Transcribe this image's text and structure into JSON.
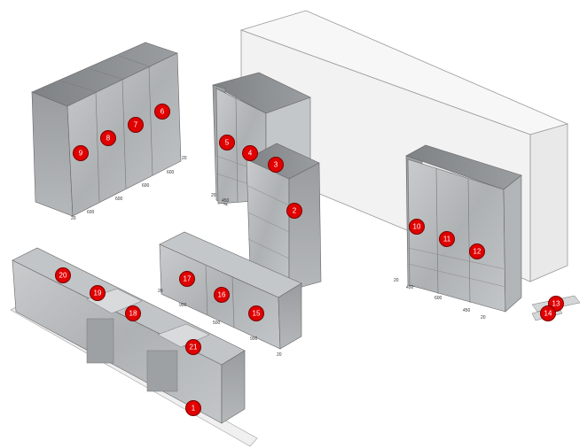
{
  "markers": [
    "1",
    "2",
    "3",
    "4",
    "5",
    "6",
    "7",
    "8",
    "9",
    "10",
    "11",
    "12",
    "13",
    "14",
    "15",
    "16",
    "17",
    "18",
    "19",
    "20",
    "21"
  ],
  "dimensions": {
    "left_block": [
      "20",
      "600",
      "600",
      "600",
      "600",
      "20"
    ],
    "mid_block": [
      "20",
      "450"
    ],
    "counter": [
      "20",
      "900",
      "500",
      "900",
      "20"
    ],
    "right_block": [
      "20",
      "450",
      "600",
      "450",
      "20"
    ]
  },
  "colors": {
    "marker_fill": "#e00000",
    "cabinet": "#b9bcbe",
    "cabinet_top": "#8d9092",
    "room": "#f4f4f4"
  }
}
